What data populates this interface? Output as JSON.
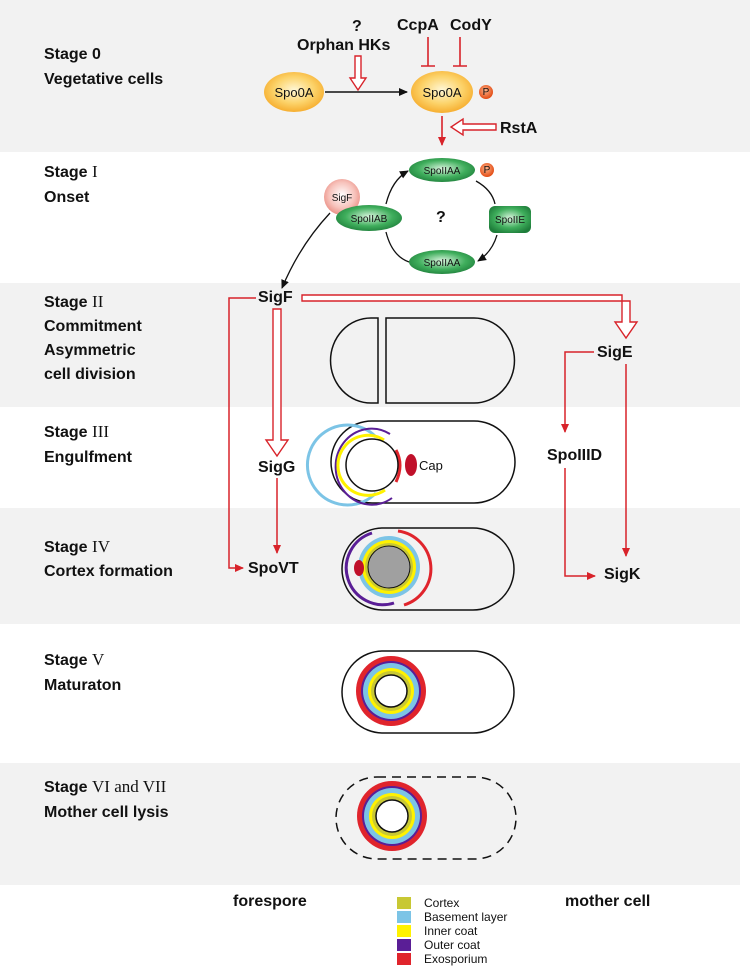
{
  "stages": [
    {
      "prefix": "Stage",
      "roman": "0",
      "lines": [
        "Vegetative cells"
      ]
    },
    {
      "prefix": "Stage",
      "roman": "I",
      "lines": [
        "Onset"
      ]
    },
    {
      "prefix": "Stage",
      "roman": "II",
      "lines": [
        "Commitment",
        "Asymmetric",
        "cell division"
      ]
    },
    {
      "prefix": "Stage",
      "roman": "III",
      "lines": [
        "Engulfment"
      ]
    },
    {
      "prefix": "Stage",
      "roman": "IV",
      "lines": [
        "Cortex formation"
      ]
    },
    {
      "prefix": "Stage",
      "roman": "V",
      "lines": [
        "Maturaton"
      ]
    },
    {
      "prefix": "Stage",
      "roman": "VI and VII",
      "lines": [
        "Mother cell lysis"
      ]
    }
  ],
  "stage0": {
    "question": "?",
    "orphan_hks": "Orphan HKs",
    "ccpa": "CcpA",
    "cody": "CodY",
    "spo0a": "Spo0A",
    "spo0a_p": "Spo0A",
    "phospho": "P",
    "rsta": "RstA"
  },
  "stage1": {
    "sigf": "SigF",
    "spoiiab": "SpoIIAB",
    "spoiiaa_top": "SpoIIAA",
    "spoiiaa_bottom": "SpoIIAA",
    "spoiie": "SpoIIE",
    "phospho": "P",
    "question": "?"
  },
  "regulators": {
    "sigf": "SigF",
    "sige": "SigE",
    "sigg": "SigG",
    "spoiiid": "SpoIIID",
    "spovt": "SpoVT",
    "sigk": "SigK",
    "cap": "Cap"
  },
  "bottom": {
    "forespore": "forespore",
    "mother_cell": "mother cell"
  },
  "legend": [
    {
      "label": "Cortex",
      "color": "#c8c834"
    },
    {
      "label": "Basement layer",
      "color": "#7cc4e6"
    },
    {
      "label": "Inner coat",
      "color": "#fff200"
    },
    {
      "label": "Outer coat",
      "color": "#5a1e96"
    },
    {
      "label": "Exosporium",
      "color": "#e0242c"
    }
  ],
  "colors": {
    "band": "#f2f2f2",
    "arrow_red": "#d8232a",
    "orange_fill": "#f7b733",
    "green_fill": "#2a9d4e",
    "pink_fill": "#f3a8a0",
    "phospho_fill": "#e8581c",
    "core_gray": "#a0a0a0",
    "cap_red": "#c0102a"
  }
}
